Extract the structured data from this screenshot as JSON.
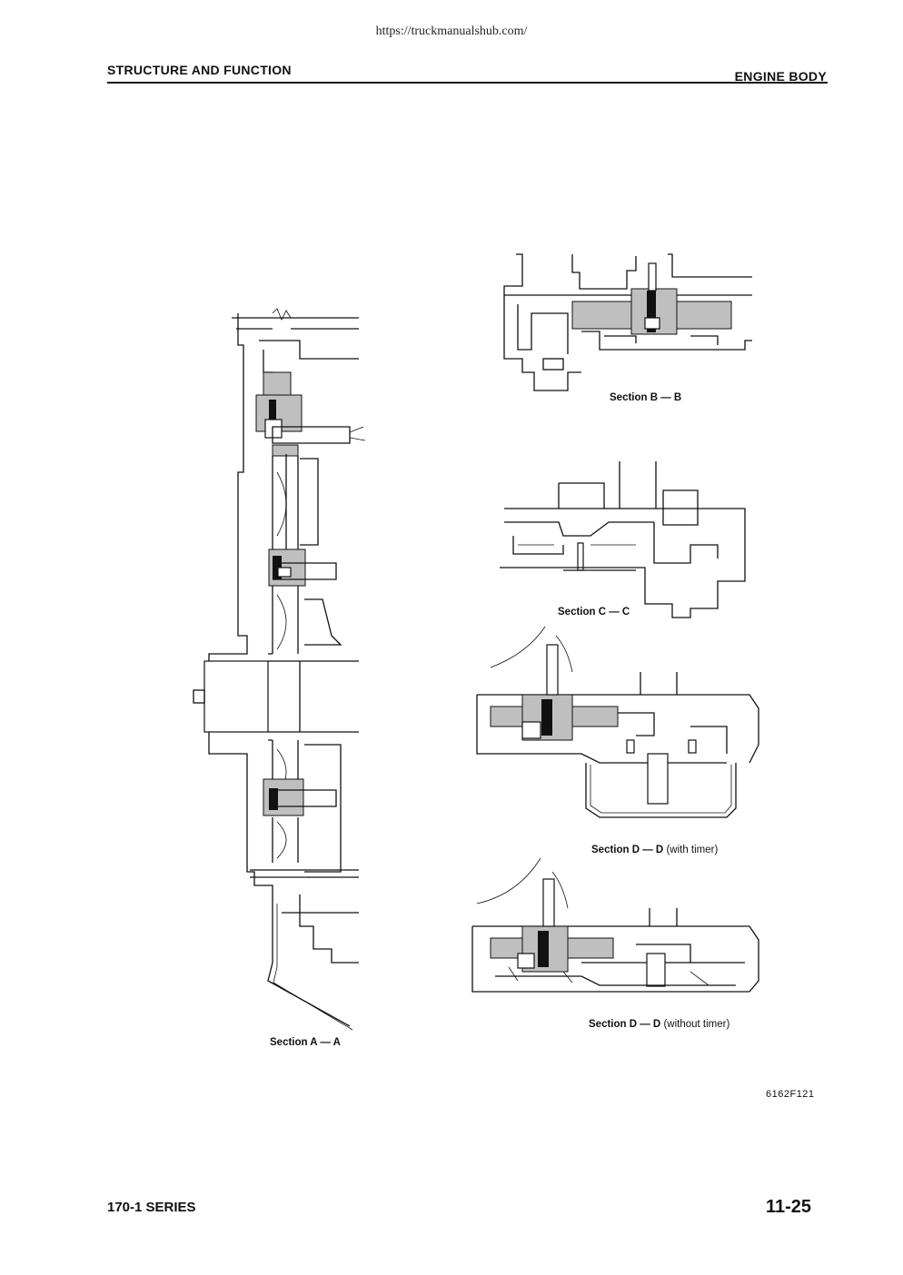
{
  "page": {
    "source_url": "https://truckmanualshub.com/",
    "header_left": "STRUCTURE AND FUNCTION",
    "header_right": "ENGINE BODY",
    "figure_code": "6162F121",
    "footer_series": "170-1 SERIES",
    "footer_page": "11-25"
  },
  "figure": {
    "section_a": "Section A — A",
    "section_b": "Section B — B",
    "section_c": "Section C — C",
    "section_d_timer": "Section D — D",
    "section_d_timer_note": "(with timer)",
    "section_d_notimer": "Section D — D",
    "section_d_notimer_note": "(without timer)"
  }
}
